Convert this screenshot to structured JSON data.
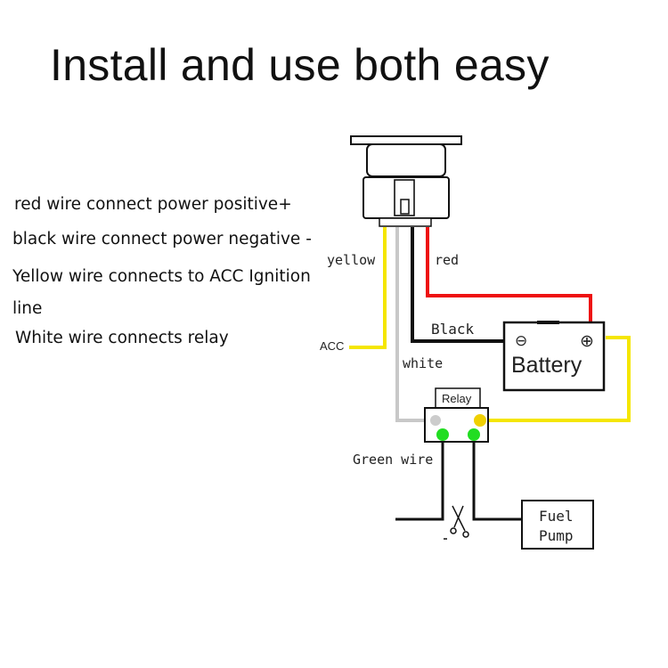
{
  "title": "Install and use both easy",
  "notes": [
    "red wire connect power positive+",
    "black wire connect power negative -",
    "Yellow wire connects to ACC Ignition",
    "line",
    "White wire connects relay"
  ],
  "diagram": {
    "labels": {
      "yellow": "yellow",
      "red": "red",
      "black": "Black",
      "white": "white",
      "acc": "ACC",
      "battery": "Battery",
      "battery_neg": "⊖",
      "battery_pos": "⊕",
      "relay": "Relay",
      "green_wire": "Green wire",
      "fuel": "Fuel",
      "pump": "Pump"
    },
    "colors": {
      "red_wire": "#ee1111",
      "black_wire": "#111111",
      "yellow_wire": "#f5e600",
      "white_wire": "#c8c8c8",
      "green_dot": "#22dd22",
      "yellow_dot": "#f0d000",
      "grey_dot": "#cccccc"
    }
  }
}
